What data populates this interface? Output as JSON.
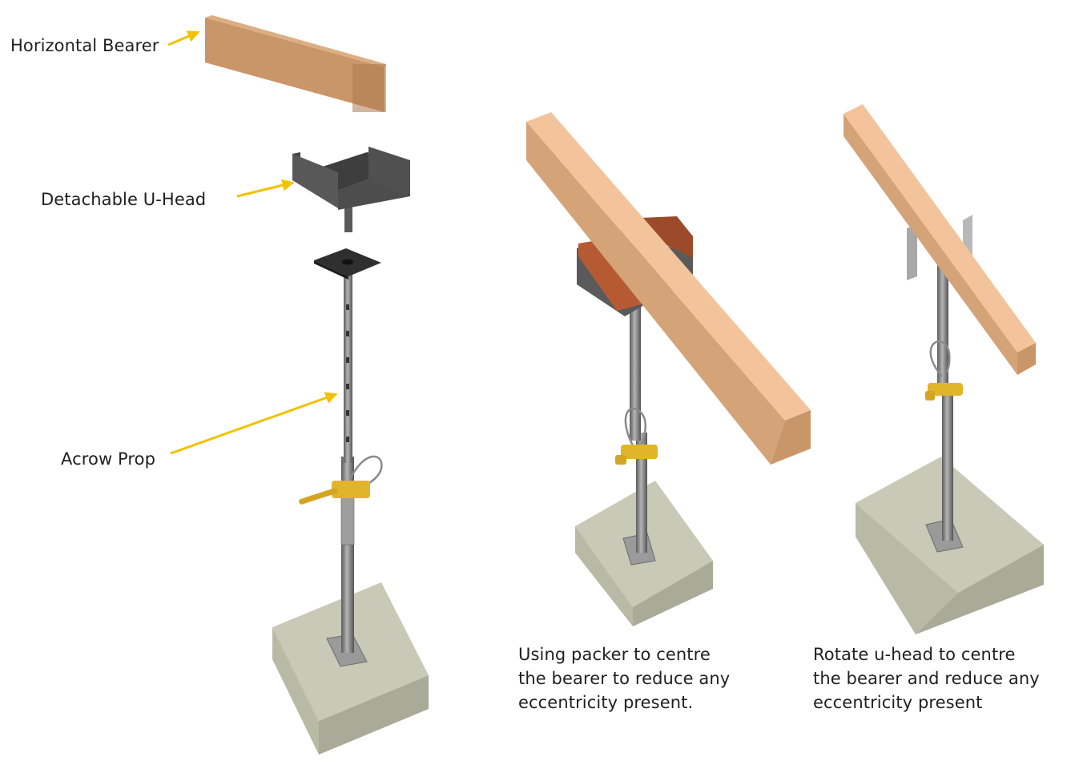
{
  "labels": {
    "bearer": "Horizontal Bearer",
    "uhead": "Detachable U-Head",
    "prop": "Acrow Prop"
  },
  "captions": {
    "packer": [
      "Using packer to centre",
      "the bearer to reduce any",
      "eccentricity present."
    ],
    "rotate": [
      "Rotate u-head to centre",
      "the bearer and reduce any",
      "eccentricity present"
    ]
  },
  "colors": {
    "arrow": "#f2c200",
    "timber_top": "#f3c49b",
    "timber_side": "#c99669",
    "timber_end": "#ad7a4e",
    "steel": "#8c8c8c",
    "steel_dark": "#4a4a4a",
    "uhead": "#4b4b4b",
    "packer": "#b65a33",
    "concrete_top": "#c8c9b6",
    "concrete_front": "#a9aa97",
    "concrete_side": "#b9baa6",
    "clamp": "#e0b52a"
  }
}
